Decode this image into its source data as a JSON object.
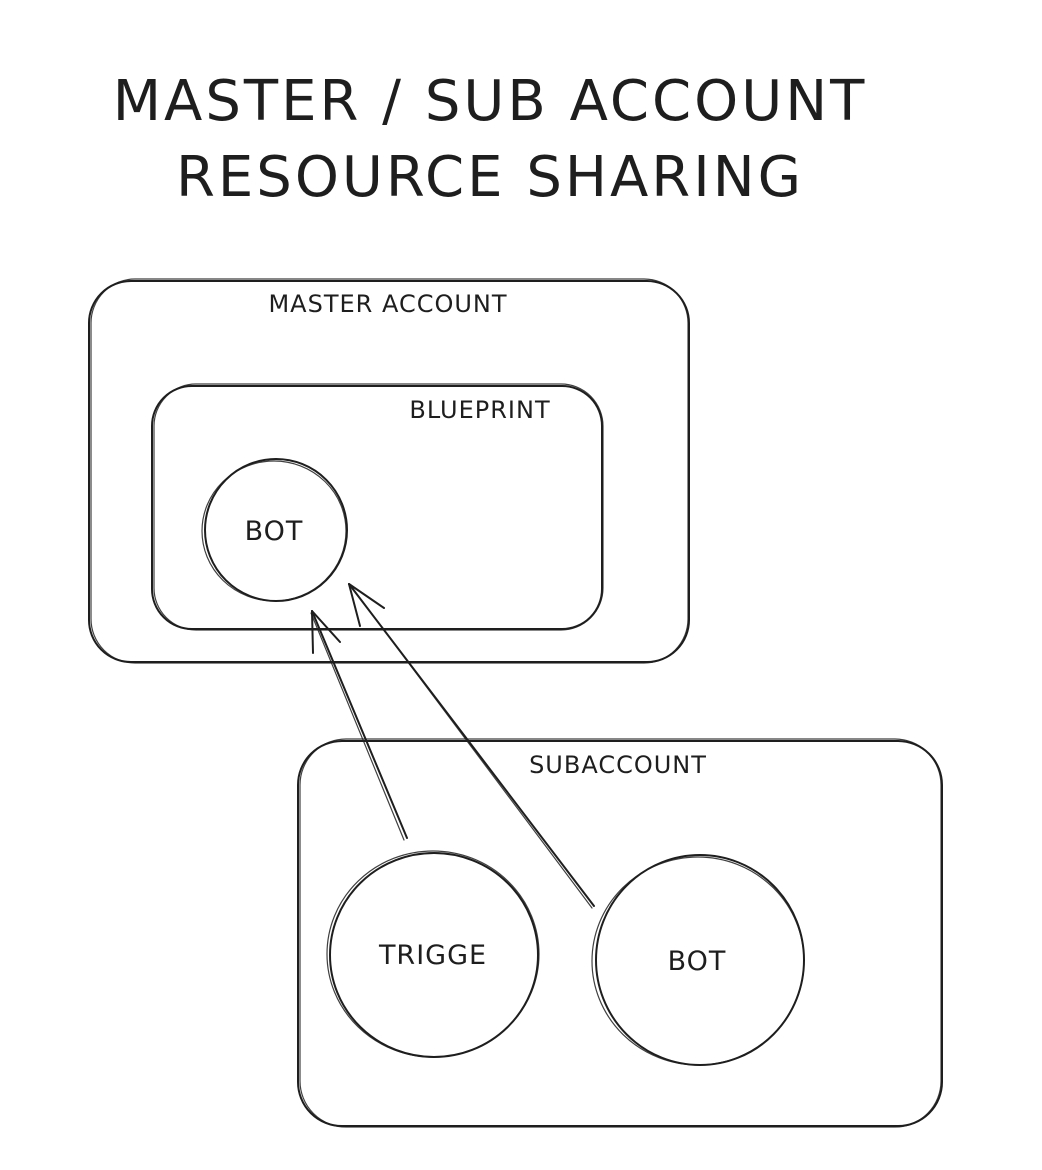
{
  "title": {
    "line1": "MASTER / SUB ACCOUNT",
    "line2": "RESOURCE SHARING"
  },
  "containers": {
    "master_account": {
      "label": "MASTER ACCOUNT"
    },
    "blueprint": {
      "label": "BLUEPRINT"
    },
    "subaccount": {
      "label": "SUBACCOUNT"
    }
  },
  "nodes": {
    "master_bot": {
      "label": "BOT"
    },
    "sub_trigger": {
      "label": "TRIGGE"
    },
    "sub_bot": {
      "label": "BOT"
    }
  },
  "edges": [
    {
      "from": "TRIGGE",
      "to": "BOT (blueprint)"
    },
    {
      "from": "BOT (subaccount)",
      "to": "BOT (blueprint)"
    }
  ],
  "colors": {
    "stroke": "#1e1e1e",
    "background": "#ffffff"
  }
}
